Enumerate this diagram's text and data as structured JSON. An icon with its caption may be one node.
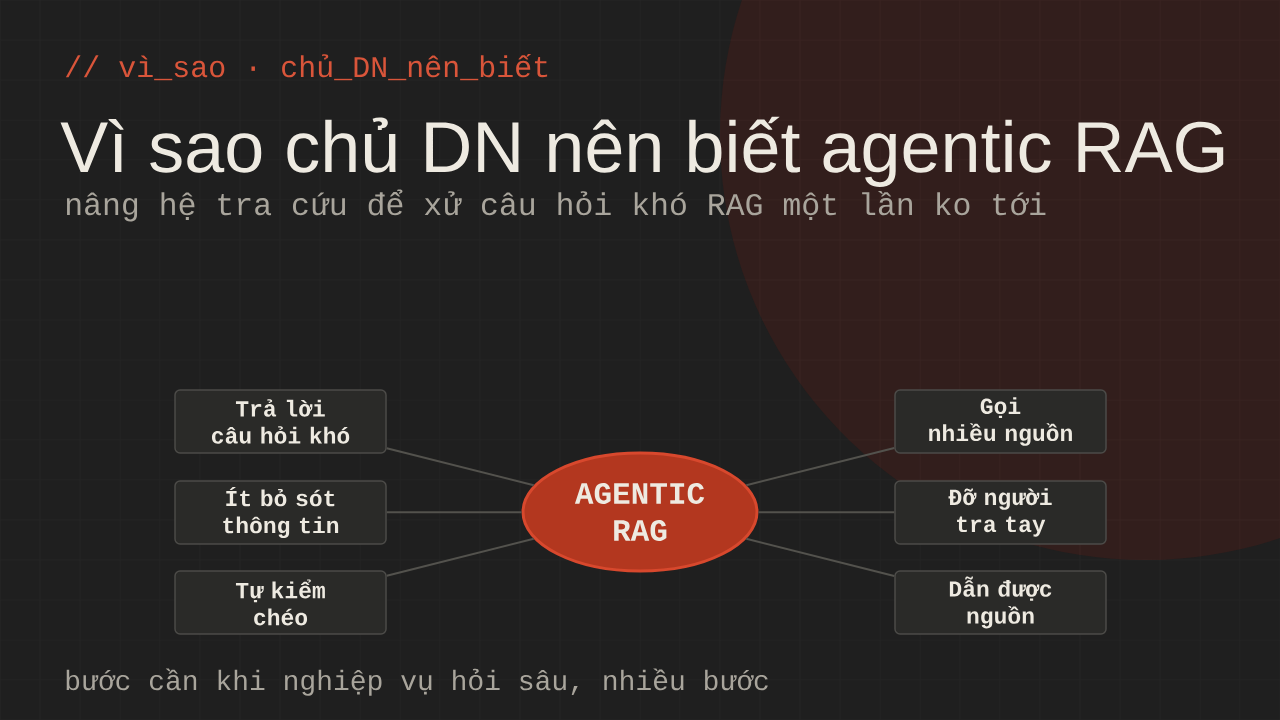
{
  "diagram": {
    "title": "Vì sao chủ DN nên biết agentic RAG",
    "nodes": [
      {
        "text": [
          "Trả lời câu hỏi khó"
        ]
      },
      {
        "text": [
          "Gọi nhiều nguồn"
        ]
      },
      {
        "text": [
          "Ít bỏ sót thông tin"
        ]
      },
      {
        "text": [
          "AGENTIC RAG"
        ]
      },
      {
        "text": [
          "Đỡ người tra tay"
        ]
      },
      {
        "text": [
          "Tự kiểm chéo"
        ]
      },
      {
        "text": [
          "Dẫn được nguồn"
        ]
      }
    ],
    "edges": [
      {
        "from": 3,
        "to": 0,
        "arrow": "none"
      },
      {
        "from": 3,
        "to": 2,
        "arrow": "none"
      },
      {
        "from": 3,
        "to": 5,
        "arrow": "none"
      },
      {
        "from": 3,
        "to": 1,
        "arrow": "none"
      },
      {
        "from": 3,
        "to": 4,
        "arrow": "none"
      },
      {
        "from": 3,
        "to": 6,
        "arrow": "none"
      }
    ],
    "labels": [
      "// vì_sao · chủ_DN_nên_biết",
      "nâng hệ tra cứu để xử câu hỏi khó RAG một lần ko tới",
      "bước cần khi nghiệp vụ hỏi sâu, nhiều bước"
    ]
  }
}
